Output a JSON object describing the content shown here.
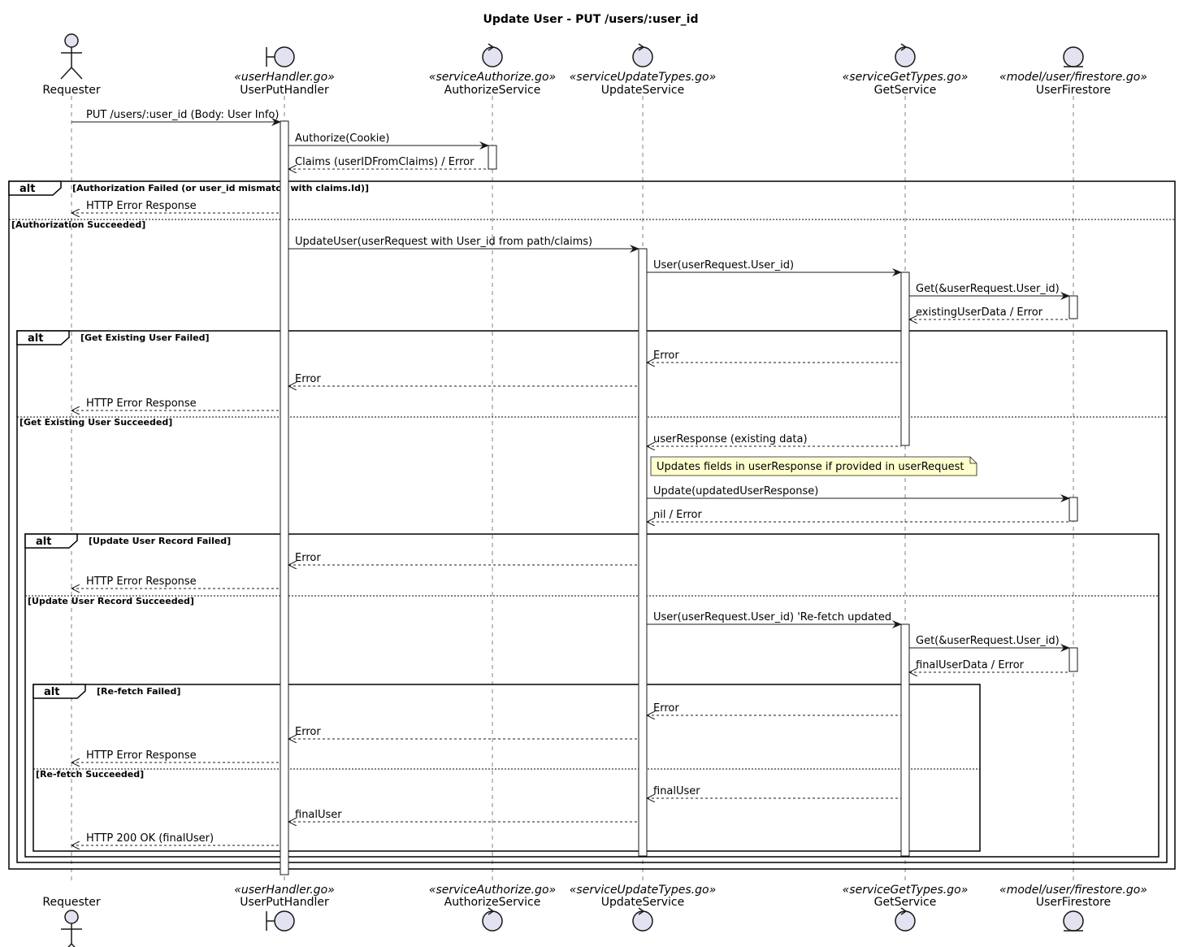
{
  "title": "Update User - PUT /users/:user_id",
  "participants": [
    {
      "id": "requester",
      "name": "Requester",
      "stereotype": "",
      "shape": "actor-icon"
    },
    {
      "id": "putHandler",
      "name": "UserPutHandler",
      "stereotype": "«userHandler.go»",
      "shape": "boundary-icon"
    },
    {
      "id": "authSvc",
      "name": "AuthorizeService",
      "stereotype": "«serviceAuthorize.go»",
      "shape": "control-icon"
    },
    {
      "id": "updateSvc",
      "name": "UpdateService",
      "stereotype": "«serviceUpdateTypes.go»",
      "shape": "control-icon"
    },
    {
      "id": "getSvc",
      "name": "GetService",
      "stereotype": "«serviceGetTypes.go»",
      "shape": "control-icon"
    },
    {
      "id": "firestore",
      "name": "UserFirestore",
      "stereotype": "«model/user/firestore.go»",
      "shape": "entity-icon"
    }
  ],
  "messages": [
    {
      "from": "requester",
      "to": "putHandler",
      "text": "PUT /users/:user_id (Body: User Info)",
      "kind": "sync"
    },
    {
      "from": "putHandler",
      "to": "authSvc",
      "text": "Authorize(Cookie)",
      "kind": "sync"
    },
    {
      "from": "authSvc",
      "to": "putHandler",
      "text": "Claims (userIDFromClaims) / Error",
      "kind": "return"
    },
    {
      "from": "putHandler",
      "to": "requester",
      "text": "HTTP Error Response",
      "kind": "return"
    },
    {
      "from": "putHandler",
      "to": "updateSvc",
      "text": "UpdateUser(userRequest with User_id from path/claims)",
      "kind": "sync"
    },
    {
      "from": "updateSvc",
      "to": "getSvc",
      "text": "User(userRequest.User_id)",
      "kind": "sync"
    },
    {
      "from": "getSvc",
      "to": "firestore",
      "text": "Get(&userRequest.User_id)",
      "kind": "sync"
    },
    {
      "from": "firestore",
      "to": "getSvc",
      "text": "existingUserData / Error",
      "kind": "return"
    },
    {
      "from": "getSvc",
      "to": "updateSvc",
      "text": "Error",
      "kind": "return"
    },
    {
      "from": "updateSvc",
      "to": "putHandler",
      "text": "Error",
      "kind": "return"
    },
    {
      "from": "putHandler",
      "to": "requester",
      "text": "HTTP Error Response",
      "kind": "return"
    },
    {
      "from": "getSvc",
      "to": "updateSvc",
      "text": "userResponse (existing data)",
      "kind": "return"
    },
    {
      "from": "updateSvc",
      "to": "firestore",
      "text": "Update(updatedUserResponse)",
      "kind": "sync"
    },
    {
      "from": "firestore",
      "to": "updateSvc",
      "text": "nil / Error",
      "kind": "return"
    },
    {
      "from": "updateSvc",
      "to": "putHandler",
      "text": "Error",
      "kind": "return"
    },
    {
      "from": "putHandler",
      "to": "requester",
      "text": "HTTP Error Response",
      "kind": "return"
    },
    {
      "from": "updateSvc",
      "to": "getSvc",
      "text": "User(userRequest.User_id) 'Re-fetch updated",
      "kind": "sync"
    },
    {
      "from": "getSvc",
      "to": "firestore",
      "text": "Get(&userRequest.User_id)",
      "kind": "sync"
    },
    {
      "from": "firestore",
      "to": "getSvc",
      "text": "finalUserData / Error",
      "kind": "return"
    },
    {
      "from": "getSvc",
      "to": "updateSvc",
      "text": "Error",
      "kind": "return"
    },
    {
      "from": "updateSvc",
      "to": "putHandler",
      "text": "Error",
      "kind": "return"
    },
    {
      "from": "putHandler",
      "to": "requester",
      "text": "HTTP Error Response",
      "kind": "return"
    },
    {
      "from": "getSvc",
      "to": "updateSvc",
      "text": "finalUser",
      "kind": "return"
    },
    {
      "from": "updateSvc",
      "to": "putHandler",
      "text": "finalUser",
      "kind": "return"
    },
    {
      "from": "putHandler",
      "to": "requester",
      "text": "HTTP 200 OK (finalUser)",
      "kind": "return"
    }
  ],
  "note": {
    "text": "Updates fields in userResponse if provided in userRequest"
  },
  "alt_frames": [
    {
      "label": "alt",
      "guards": [
        "[Authorization Failed (or user_id mismatch with claims.Id)]",
        "[Authorization Succeeded]"
      ]
    },
    {
      "label": "alt",
      "guards": [
        "[Get Existing User Failed]",
        "[Get Existing User Succeeded]"
      ]
    },
    {
      "label": "alt",
      "guards": [
        "[Update User Record Failed]",
        "[Update User Record Succeeded]"
      ]
    },
    {
      "label": "alt",
      "guards": [
        "[Re-fetch Failed]",
        "[Re-fetch Succeeded]"
      ]
    }
  ]
}
